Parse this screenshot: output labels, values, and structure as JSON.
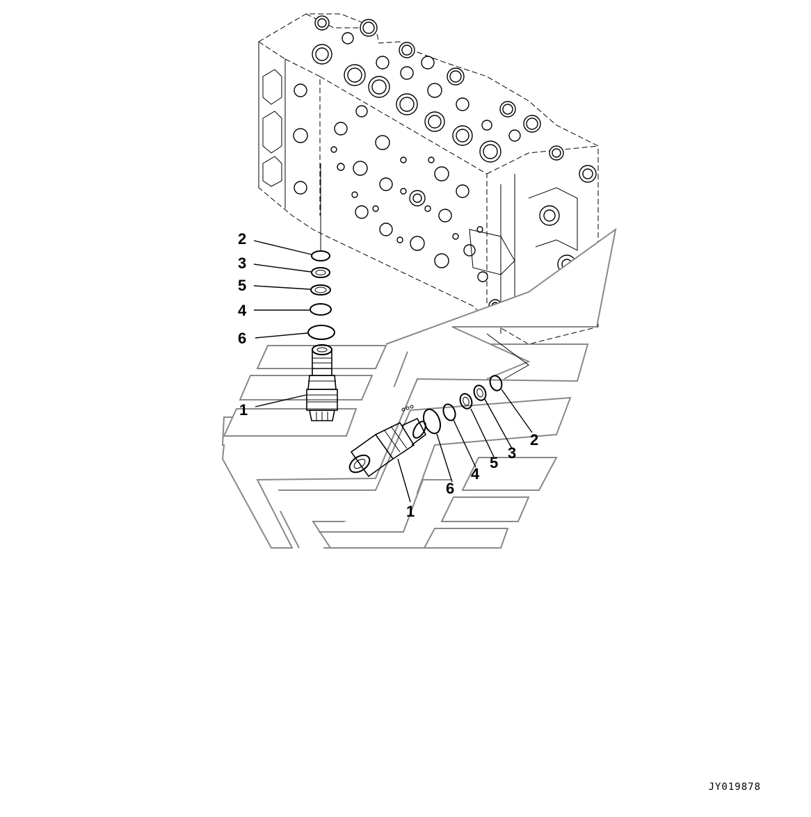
{
  "figure_id": "JY019878",
  "callouts_upper": [
    "2",
    "3",
    "5",
    "4",
    "6",
    "1"
  ],
  "callouts_lower": [
    "2",
    "3",
    "5",
    "4",
    "6",
    "1"
  ]
}
